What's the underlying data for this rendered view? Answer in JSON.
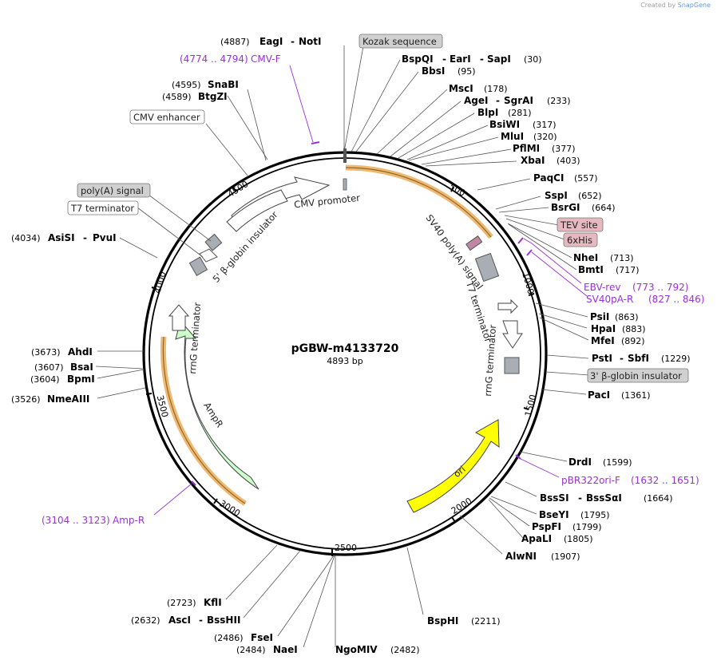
{
  "credit": {
    "prefix": "Created by",
    "brand": "SnapGene"
  },
  "plasmid": {
    "name": "pGBW-m4133720",
    "length": "4893 bp"
  },
  "ticks": [
    "500",
    "1000",
    "1500",
    "2000",
    "2500",
    "3000",
    "3500",
    "4000",
    "4500"
  ],
  "sites": [
    {
      "pos": "(4887)",
      "a": "EagI",
      "b": "NotI"
    },
    {
      "pos": "(30)",
      "a": "BspQI",
      "b": "EarI",
      "c": "SapI"
    },
    {
      "pos": "(95)",
      "a": "BbsI"
    },
    {
      "pos": "(178)",
      "a": "MscI"
    },
    {
      "pos": "(233)",
      "a": "AgeI",
      "b": "SgrAI"
    },
    {
      "pos": "(281)",
      "a": "BlpI"
    },
    {
      "pos": "(317)",
      "a": "BsiWI"
    },
    {
      "pos": "(320)",
      "a": "MluI"
    },
    {
      "pos": "(377)",
      "a": "PflMI"
    },
    {
      "pos": "(403)",
      "a": "XbaI"
    },
    {
      "pos": "(557)",
      "a": "PaqCI"
    },
    {
      "pos": "(652)",
      "a": "SspI"
    },
    {
      "pos": "(664)",
      "a": "BsrGI"
    },
    {
      "pos": "(713)",
      "a": "NheI"
    },
    {
      "pos": "(717)",
      "a": "BmtI"
    },
    {
      "pos": "(863)",
      "a": "PsiI"
    },
    {
      "pos": "(883)",
      "a": "HpaI"
    },
    {
      "pos": "(892)",
      "a": "MfeI"
    },
    {
      "pos": "(1229)",
      "a": "PstI",
      "b": "SbfI"
    },
    {
      "pos": "(1361)",
      "a": "PacI"
    },
    {
      "pos": "(1599)",
      "a": "DrdI"
    },
    {
      "pos": "(1664)",
      "a": "BssSI",
      "b": "BssSαI"
    },
    {
      "pos": "(1795)",
      "a": "BseYI"
    },
    {
      "pos": "(1799)",
      "a": "PspFI"
    },
    {
      "pos": "(1805)",
      "a": "ApaLI"
    },
    {
      "pos": "(1907)",
      "a": "AlwNI"
    },
    {
      "pos": "(2211)",
      "a": "BspHI"
    },
    {
      "pos": "(2482)",
      "a": "NgoMIV"
    },
    {
      "pos": "(2484)",
      "a": "NaeI"
    },
    {
      "pos": "(2486)",
      "a": "FseI"
    },
    {
      "pos": "(2632)",
      "a": "AscI",
      "b": "BssHII"
    },
    {
      "pos": "(2723)",
      "a": "KflI"
    },
    {
      "pos": "(3526)",
      "a": "NmeAIII"
    },
    {
      "pos": "(3604)",
      "a": "BpmI"
    },
    {
      "pos": "(3607)",
      "a": "BsaI"
    },
    {
      "pos": "(3673)",
      "a": "AhdI"
    },
    {
      "pos": "(4034)",
      "a": "AsiSI",
      "b": "PvuI"
    },
    {
      "pos": "(4589)",
      "a": "BtgZI"
    },
    {
      "pos": "(4595)",
      "a": "SnaBI"
    }
  ],
  "primers": [
    {
      "name": "CMV-F",
      "range": "(4774 .. 4794)"
    },
    {
      "name": "EBV-rev",
      "range": "(773 .. 792)"
    },
    {
      "name": "SV40pA-R",
      "range": "(827 .. 846)"
    },
    {
      "name": "pBR322ori-F",
      "range": "(1632 .. 1651)"
    },
    {
      "name": "Amp-R",
      "range": "(3104 .. 3123)"
    }
  ],
  "boxed_features": [
    {
      "label": "Kozak sequence",
      "fill": "#d0d0d0"
    },
    {
      "label": "TEV site",
      "fill": "#e6b8c0"
    },
    {
      "label": "6xHis",
      "fill": "#e6b8c0"
    },
    {
      "label": "3' β-globin insulator",
      "fill": "#d0d0d0"
    },
    {
      "label": "CMV enhancer",
      "fill": "#ffffff"
    },
    {
      "label": "poly(A) signal",
      "fill": "#d0d0d0"
    },
    {
      "label": "T7 terminator",
      "fill": "#ffffff"
    }
  ],
  "arc_labels": {
    "cmv_promoter": "CMV promoter",
    "insulator_5": "5' β-globin insulator",
    "sv40": "SV40 poly(A) signal",
    "t7_right": "T7 terminator",
    "rrng_right": "rrnG terminator",
    "rrng_left": "rrnG terminator",
    "ampr": "AmpR",
    "ori": "ori"
  },
  "colors": {
    "orf_highlight": "#f0b870",
    "ampr_fill": "#ccffcc",
    "ori_fill": "#ffff00",
    "gray_feature": "#a9aeb4",
    "primer": "#9b30d9",
    "tev": "#c087a0"
  }
}
